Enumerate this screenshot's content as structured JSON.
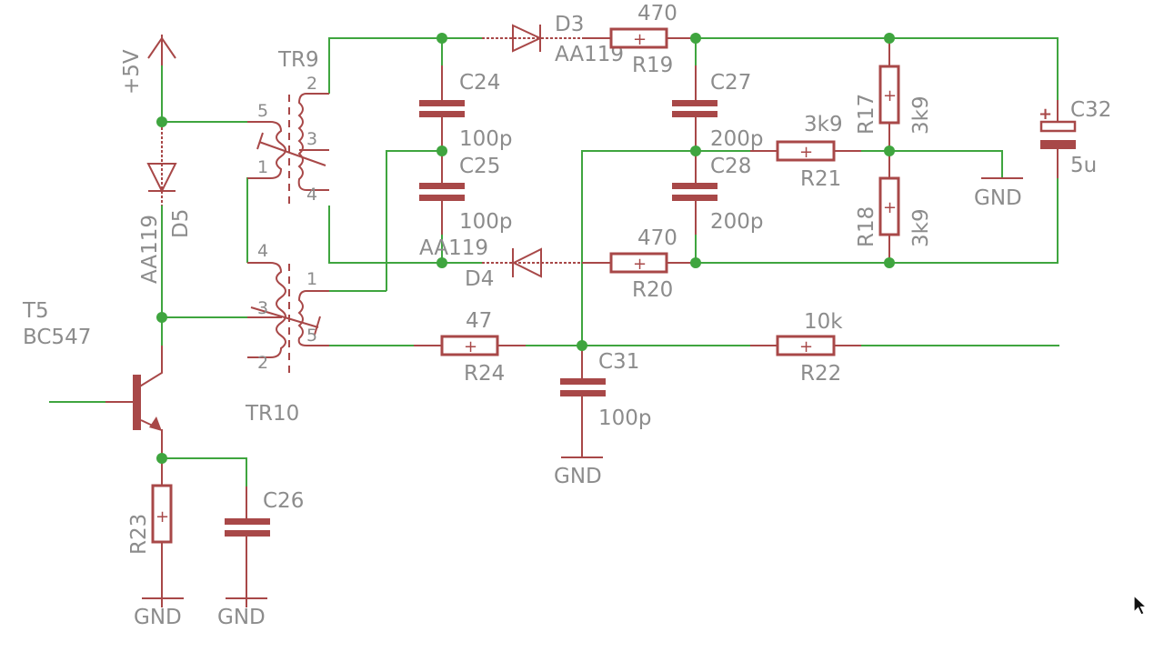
{
  "schematic": {
    "title": "EAGLE-style schematic editor view",
    "supply": {
      "name": "+5V"
    },
    "components": {
      "T5": {
        "ref": "T5",
        "value": "BC547",
        "type": "NPN transistor"
      },
      "D5": {
        "ref": "D5",
        "value": "AA119",
        "type": "diode"
      },
      "D3": {
        "ref": "D3",
        "value": "AA119",
        "type": "diode"
      },
      "D4": {
        "ref": "D4",
        "value": "AA119",
        "type": "diode"
      },
      "TR9": {
        "ref": "TR9",
        "type": "transformer",
        "pins": [
          "5",
          "1",
          "2",
          "3",
          "4"
        ]
      },
      "TR10": {
        "ref": "TR10",
        "type": "transformer",
        "pins": [
          "4",
          "3",
          "2",
          "1",
          "5"
        ]
      },
      "C24": {
        "ref": "C24",
        "value": "100p"
      },
      "C25": {
        "ref": "C25",
        "value": "100p"
      },
      "C26": {
        "ref": "C26",
        "value": ""
      },
      "C27": {
        "ref": "C27",
        "value": "200p"
      },
      "C28": {
        "ref": "C28",
        "value": "200p"
      },
      "C31": {
        "ref": "C31",
        "value": "100p"
      },
      "C32": {
        "ref": "C32",
        "value": "5u",
        "polarity": "+"
      },
      "R17": {
        "ref": "R17",
        "value": "3k9"
      },
      "R18": {
        "ref": "R18",
        "value": "3k9"
      },
      "R19": {
        "ref": "R19",
        "value": "470"
      },
      "R20": {
        "ref": "R20",
        "value": "470"
      },
      "R21": {
        "ref": "R21",
        "value": "3k9"
      },
      "R22": {
        "ref": "R22",
        "value": "10k"
      },
      "R23": {
        "ref": "R23",
        "value": ""
      },
      "R24": {
        "ref": "R24",
        "value": "47"
      }
    },
    "ground_label": "GND",
    "resistor_mark": "+",
    "colors": {
      "wire": "#3fa53f",
      "part": "#a84848",
      "label": "#8c8c8c",
      "background": "#ffffff"
    }
  }
}
